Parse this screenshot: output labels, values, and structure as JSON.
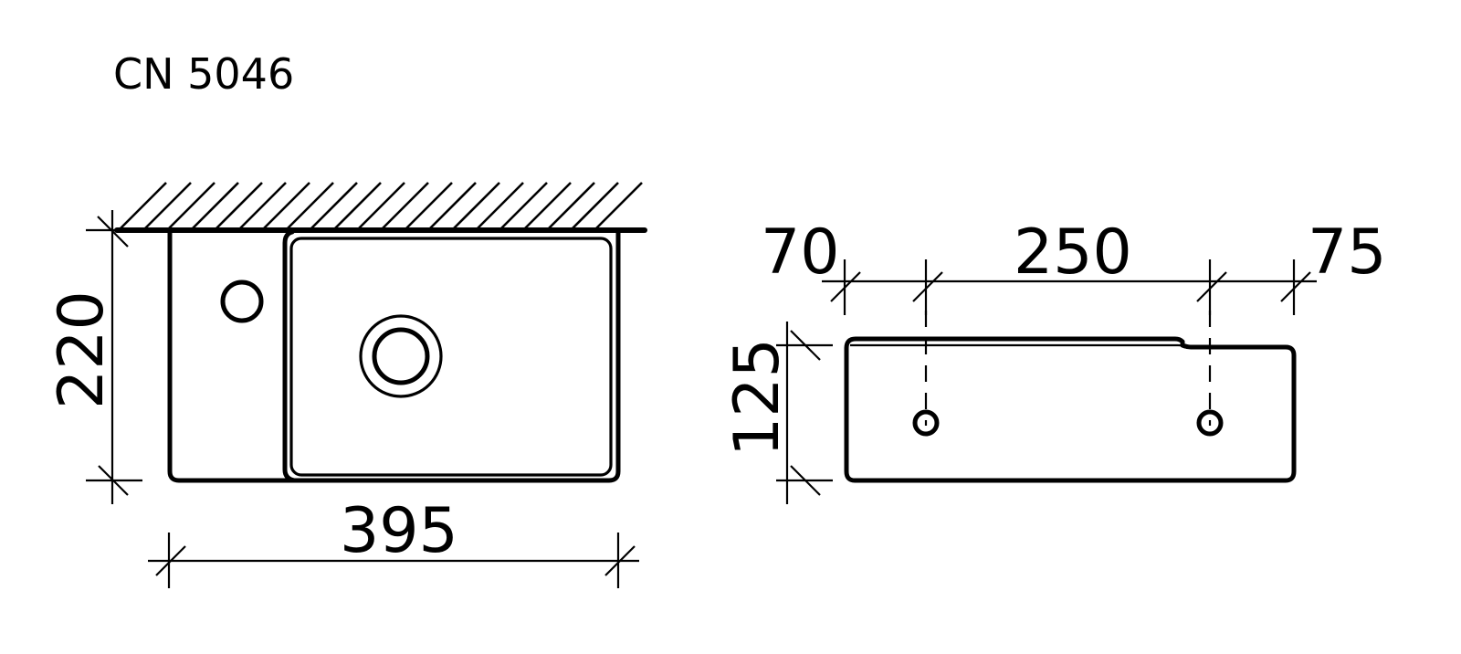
{
  "drawing": {
    "model_code": "CN 5046",
    "line_color": "#000000",
    "background_color": "#ffffff",
    "top_view": {
      "width_dim": "395",
      "depth_dim": "220"
    },
    "side_view": {
      "left_offset_dim": "70",
      "hole_spacing_dim": "250",
      "right_offset_dim": "75",
      "height_dim": "125"
    }
  }
}
